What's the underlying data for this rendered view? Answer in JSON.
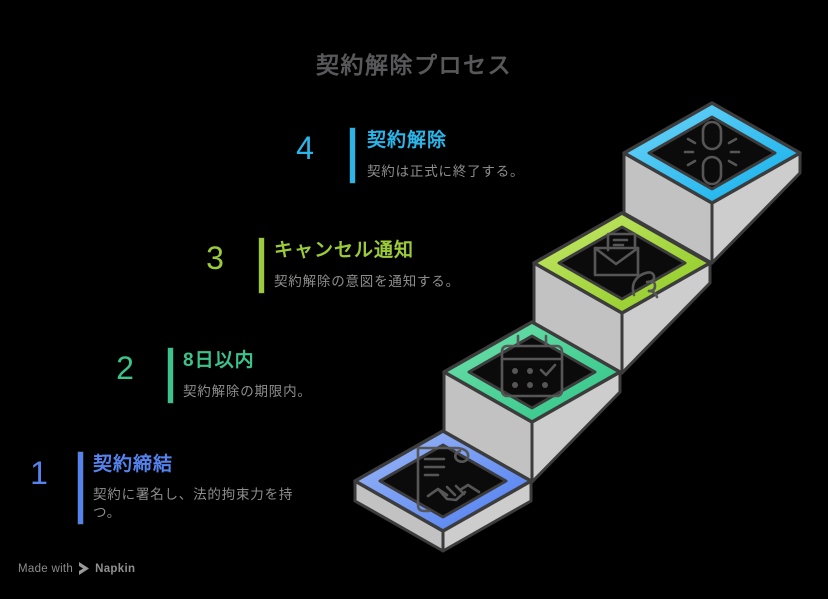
{
  "title": "契約解除プロセス",
  "watermark": {
    "prefix": "Made with",
    "brand": "Napkin"
  },
  "colors": {
    "background": "#000000",
    "title_text": "#58585a",
    "description_text": "#8d8d8d",
    "platform_gray": "#c6c6c6",
    "outline": "#3c3c3c",
    "icon_stroke": "#565656",
    "diamond_interior": "#0b0b0b"
  },
  "steps": [
    {
      "number": "1",
      "heading": "契約締結",
      "description": "契約に署名し、法的拘束力を持つ。",
      "color": "#5583ee",
      "gradient": [
        "#9fb9f6",
        "#4b7cf0"
      ],
      "icon": "contract-signing-handshake-icon"
    },
    {
      "number": "2",
      "heading": "8日以内",
      "description": "契約解除の期限内。",
      "color": "#3cc38c",
      "gradient": [
        "#6fe0aa",
        "#2ec487"
      ],
      "icon": "calendar-deadline-icon"
    },
    {
      "number": "3",
      "heading": "キャンセル通知",
      "description": "契約解除の意図を通知する。",
      "color": "#9bcb3a",
      "gradient": [
        "#c6e86a",
        "#8cc921"
      ],
      "icon": "cancellation-notice-letter-icon"
    },
    {
      "number": "4",
      "heading": "契約解除",
      "description": "契約は正式に終了する。",
      "color": "#2ab4e8",
      "gradient": [
        "#6fd4f7",
        "#10afec"
      ],
      "icon": "broken-chain-link-icon"
    }
  ]
}
